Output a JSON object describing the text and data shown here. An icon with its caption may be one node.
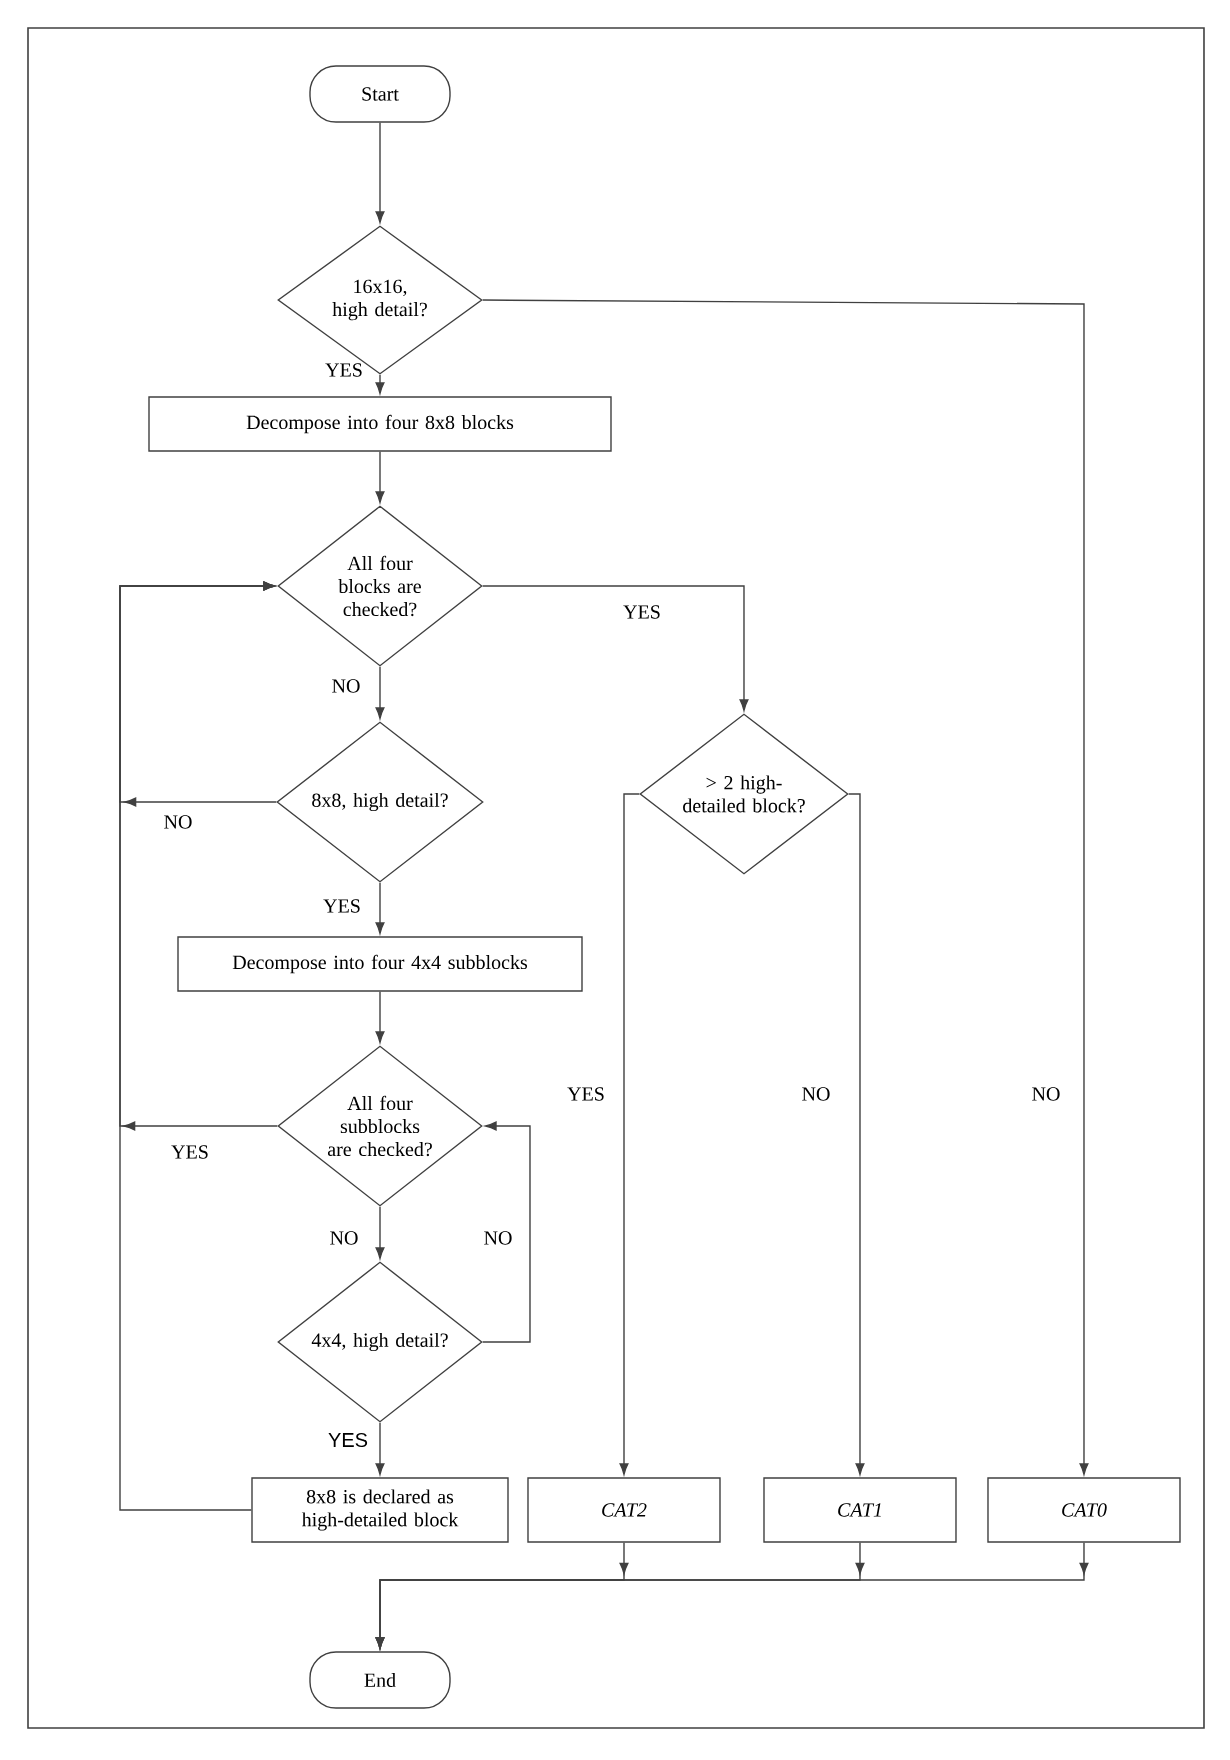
{
  "diagram": {
    "nodes": [
      {
        "text": [
          "Start"
        ]
      },
      {
        "text": [
          "16x16, high detail?"
        ]
      },
      {
        "text": [
          "Decompose into four 8x8 blocks"
        ]
      },
      {
        "text": [
          "All four blocks are checked?"
        ]
      },
      {
        "text": [
          "8x8, high detail?"
        ]
      },
      {
        "text": [
          "Decompose into four 4x4 subblocks"
        ]
      },
      {
        "text": [
          "All four subblocks are checked?"
        ]
      },
      {
        "text": [
          "4x4, high detail?"
        ]
      },
      {
        "text": [
          "8x8 is declared as high-detailed block"
        ]
      },
      {
        "text": [
          "> 2 high-detailed block?"
        ]
      },
      {
        "text": [
          "*CAT2*"
        ]
      },
      {
        "text": [
          "*CAT1*"
        ]
      },
      {
        "text": [
          "*CAT0*"
        ]
      },
      {
        "text": [
          "End"
        ]
      }
    ],
    "edges": [
      {
        "from": 0,
        "to": 1,
        "arrow": "to"
      },
      {
        "from": 1,
        "to": 2,
        "arrow": "to",
        "label": "YES"
      },
      {
        "from": 1,
        "to": 12,
        "arrow": "to",
        "label": "NO"
      },
      {
        "from": 2,
        "to": 3,
        "arrow": "to"
      },
      {
        "from": 3,
        "to": 4,
        "arrow": "to",
        "label": "NO"
      },
      {
        "from": 3,
        "to": 9,
        "arrow": "to",
        "label": "YES"
      },
      {
        "from": 4,
        "to": 3,
        "arrow": "to",
        "label": "NO"
      },
      {
        "from": 4,
        "to": 5,
        "arrow": "to",
        "label": "YES"
      },
      {
        "from": 5,
        "to": 6,
        "arrow": "to"
      },
      {
        "from": 6,
        "to": 3,
        "arrow": "to",
        "label": "YES"
      },
      {
        "from": 6,
        "to": 7,
        "arrow": "to",
        "label": "NO"
      },
      {
        "from": 7,
        "to": 6,
        "arrow": "to",
        "label": "NO"
      },
      {
        "from": 7,
        "to": 8,
        "arrow": "to",
        "label": "YES"
      },
      {
        "from": 8,
        "to": 3,
        "arrow": "to"
      },
      {
        "from": 9,
        "to": 10,
        "arrow": "to",
        "label": "YES"
      },
      {
        "from": 9,
        "to": 11,
        "arrow": "to",
        "label": "NO"
      },
      {
        "from": 10,
        "to": 13,
        "arrow": "to"
      },
      {
        "from": 11,
        "to": 13,
        "arrow": "to"
      },
      {
        "from": 12,
        "to": 13,
        "arrow": "to"
      }
    ]
  }
}
